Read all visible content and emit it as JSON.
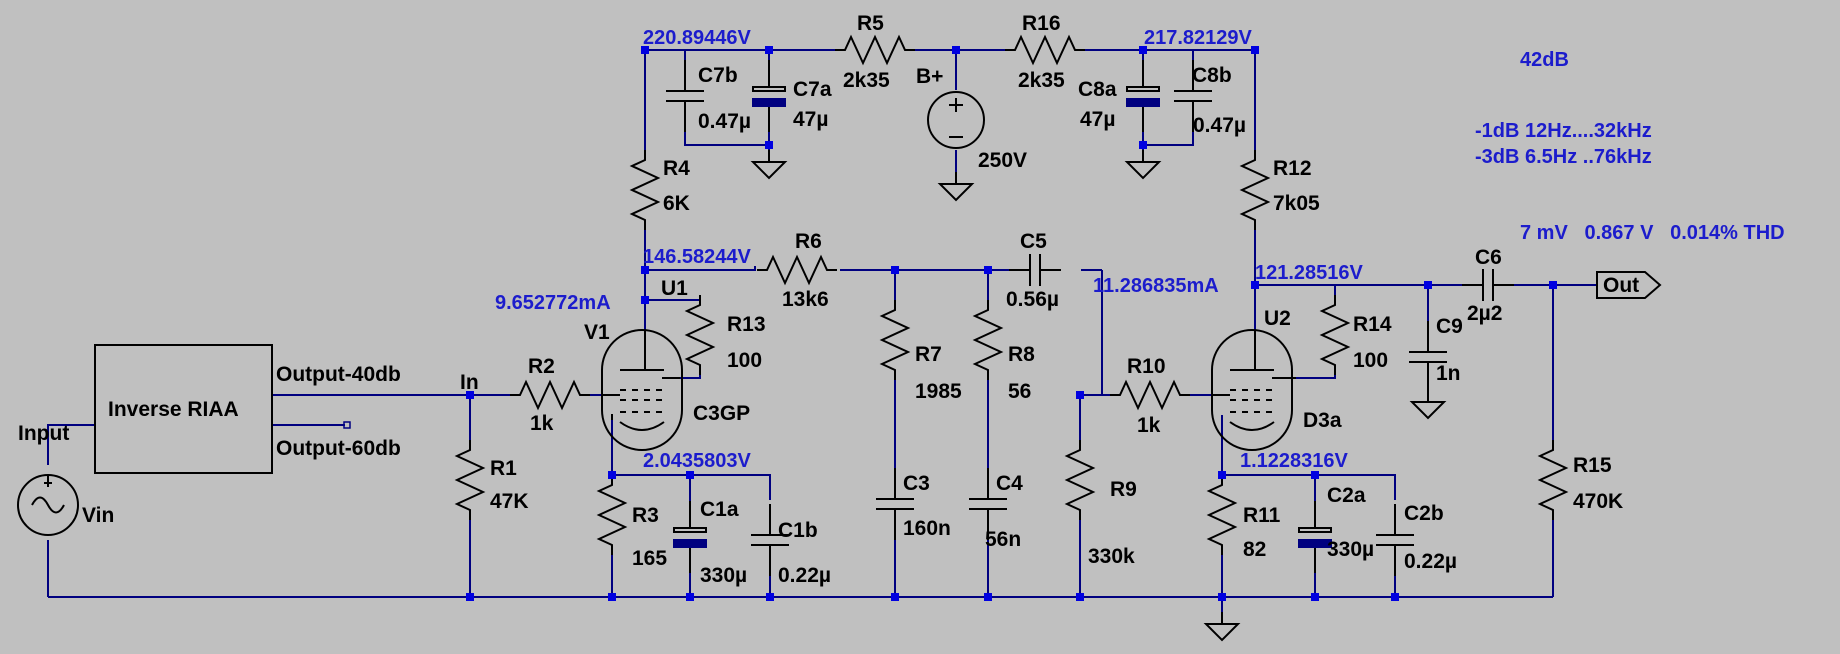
{
  "colors": {
    "background": "#c0c0c0",
    "wire": "#000080",
    "node": "#0000e0",
    "component": "#000000",
    "annotation": "#1c1ccc"
  },
  "node_voltages": {
    "v_top_left": "220.89446V",
    "v_top_right": "217.82129V",
    "v_plate_u1": "146.58244V",
    "v_plate_u2": "121.28516V",
    "v_cathode_u1": "2.0435803V",
    "v_cathode_u2": "1.1228316V"
  },
  "currents": {
    "i_u1": "9.652772mA",
    "i_u2": "11.286835mA"
  },
  "notes": {
    "gain": "42dB",
    "bw1": "-1dB  12Hz....32kHz",
    "bw2": "-3dB  6.5Hz ..76kHz",
    "dist": "7 mV   0.867 V   0.014% THD"
  },
  "components": {
    "r1": {
      "name": "R1",
      "value": "47K"
    },
    "r2": {
      "name": "R2",
      "value": "1k"
    },
    "r3": {
      "name": "R3",
      "value": "165"
    },
    "r4": {
      "name": "R4",
      "value": "6K"
    },
    "r5": {
      "name": "R5",
      "value": "2k35"
    },
    "r6": {
      "name": "R6",
      "value": "13k6"
    },
    "r7": {
      "name": "R7",
      "value": "1985"
    },
    "r8": {
      "name": "R8",
      "value": "56"
    },
    "r9": {
      "name": "R9",
      "value": "330k"
    },
    "r10": {
      "name": "R10",
      "value": "1k"
    },
    "r11": {
      "name": "R11",
      "value": "82"
    },
    "r12": {
      "name": "R12",
      "value": "7k05"
    },
    "r13": {
      "name": "R13",
      "value": "100"
    },
    "r14": {
      "name": "R14",
      "value": "100"
    },
    "r15": {
      "name": "R15",
      "value": "470K"
    },
    "r16": {
      "name": "R16",
      "value": "2k35"
    },
    "c1a": {
      "name": "C1a",
      "value": "330µ"
    },
    "c1b": {
      "name": "C1b",
      "value": "0.22µ"
    },
    "c2a": {
      "name": "C2a",
      "value": "330µ"
    },
    "c2b": {
      "name": "C2b",
      "value": "0.22µ"
    },
    "c3": {
      "name": "C3",
      "value": "160n"
    },
    "c4": {
      "name": "C4",
      "value": "56n"
    },
    "c5": {
      "name": "C5",
      "value": "0.56µ"
    },
    "c6": {
      "name": "C6",
      "value": "2µ2"
    },
    "c7a": {
      "name": "C7a",
      "value": "47µ"
    },
    "c7b": {
      "name": "C7b",
      "value": "0.47µ"
    },
    "c8a": {
      "name": "C8a",
      "value": "47µ"
    },
    "c8b": {
      "name": "C8b",
      "value": "0.47µ"
    },
    "c9": {
      "name": "C9",
      "value": "1n"
    },
    "v1": {
      "name": "V1",
      "ref": "U1",
      "type": "C3GP"
    },
    "v2": {
      "ref": "U2",
      "type": "D3a"
    },
    "bplus": {
      "name": "B+",
      "value": "250V"
    },
    "vin": {
      "name": "Vin"
    }
  },
  "block": {
    "label": "Inverse RIAA",
    "out40": "Output-40db",
    "out60": "Output-60db"
  },
  "net_labels": {
    "input": "Input",
    "in": "In",
    "out": "Out"
  }
}
